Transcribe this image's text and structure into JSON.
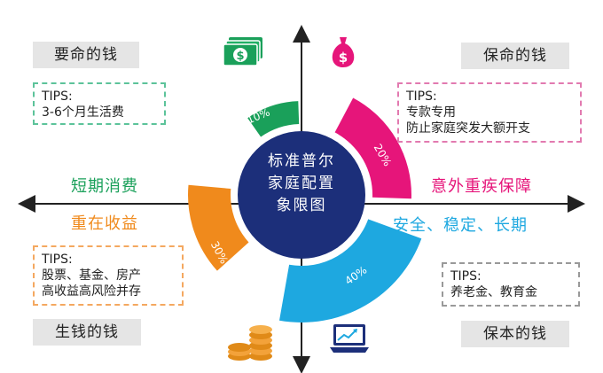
{
  "center": {
    "line1": "标准普尔",
    "line2": "家庭配置",
    "line3": "象限图"
  },
  "quadrants": {
    "top_left": {
      "title": "要命的钱",
      "tips_head": "TIPS:",
      "tips": [
        "3-6个月生活费"
      ],
      "percent": "10%",
      "color": "#1aa05a",
      "icon": "cash-icon"
    },
    "top_right": {
      "title": "保命的钱",
      "tips_head": "TIPS:",
      "tips": [
        "专款专用",
        "防止家庭突发大额开支"
      ],
      "percent": "20%",
      "color": "#e6157a",
      "icon": "money-bag-icon"
    },
    "bottom_left": {
      "title": "生钱的钱",
      "tips_head": "TIPS:",
      "tips": [
        "股票、基金、房产",
        "高收益高风险并存"
      ],
      "percent": "30%",
      "color": "#f08a1c",
      "icon": "coin-stack-icon"
    },
    "bottom_right": {
      "title": "保本的钱",
      "tips_head": "TIPS:",
      "tips": [
        "养老金、教育金"
      ],
      "percent": "40%",
      "color": "#1ea8e0",
      "icon": "laptop-chart-icon"
    }
  },
  "axis_labels": {
    "left_upper": "短期消费",
    "left_lower": "重在收益",
    "right_upper": "意外重疾保障",
    "right_lower": "安全、稳定、长期"
  },
  "colors": {
    "green": "#1aa05a",
    "pink": "#e6157a",
    "orange": "#f08a1c",
    "blue": "#1ea8e0",
    "navy": "#1c2f7a",
    "tips_green": "#5cc39a",
    "tips_pink": "#e27ab0",
    "tips_orange": "#f4a860",
    "tips_gray": "#999999"
  }
}
